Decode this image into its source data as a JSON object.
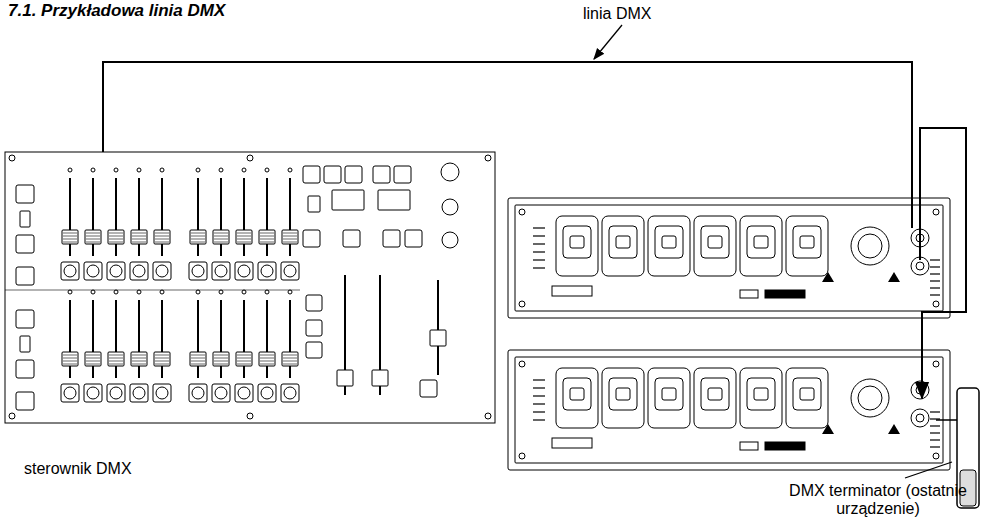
{
  "diagram": {
    "title": "7.1. Przykładowa linia DMX",
    "labels": [
      "linia DMX",
      "sterownik DMX",
      "DMX terminator (ostatnie urządzenie)"
    ]
  }
}
